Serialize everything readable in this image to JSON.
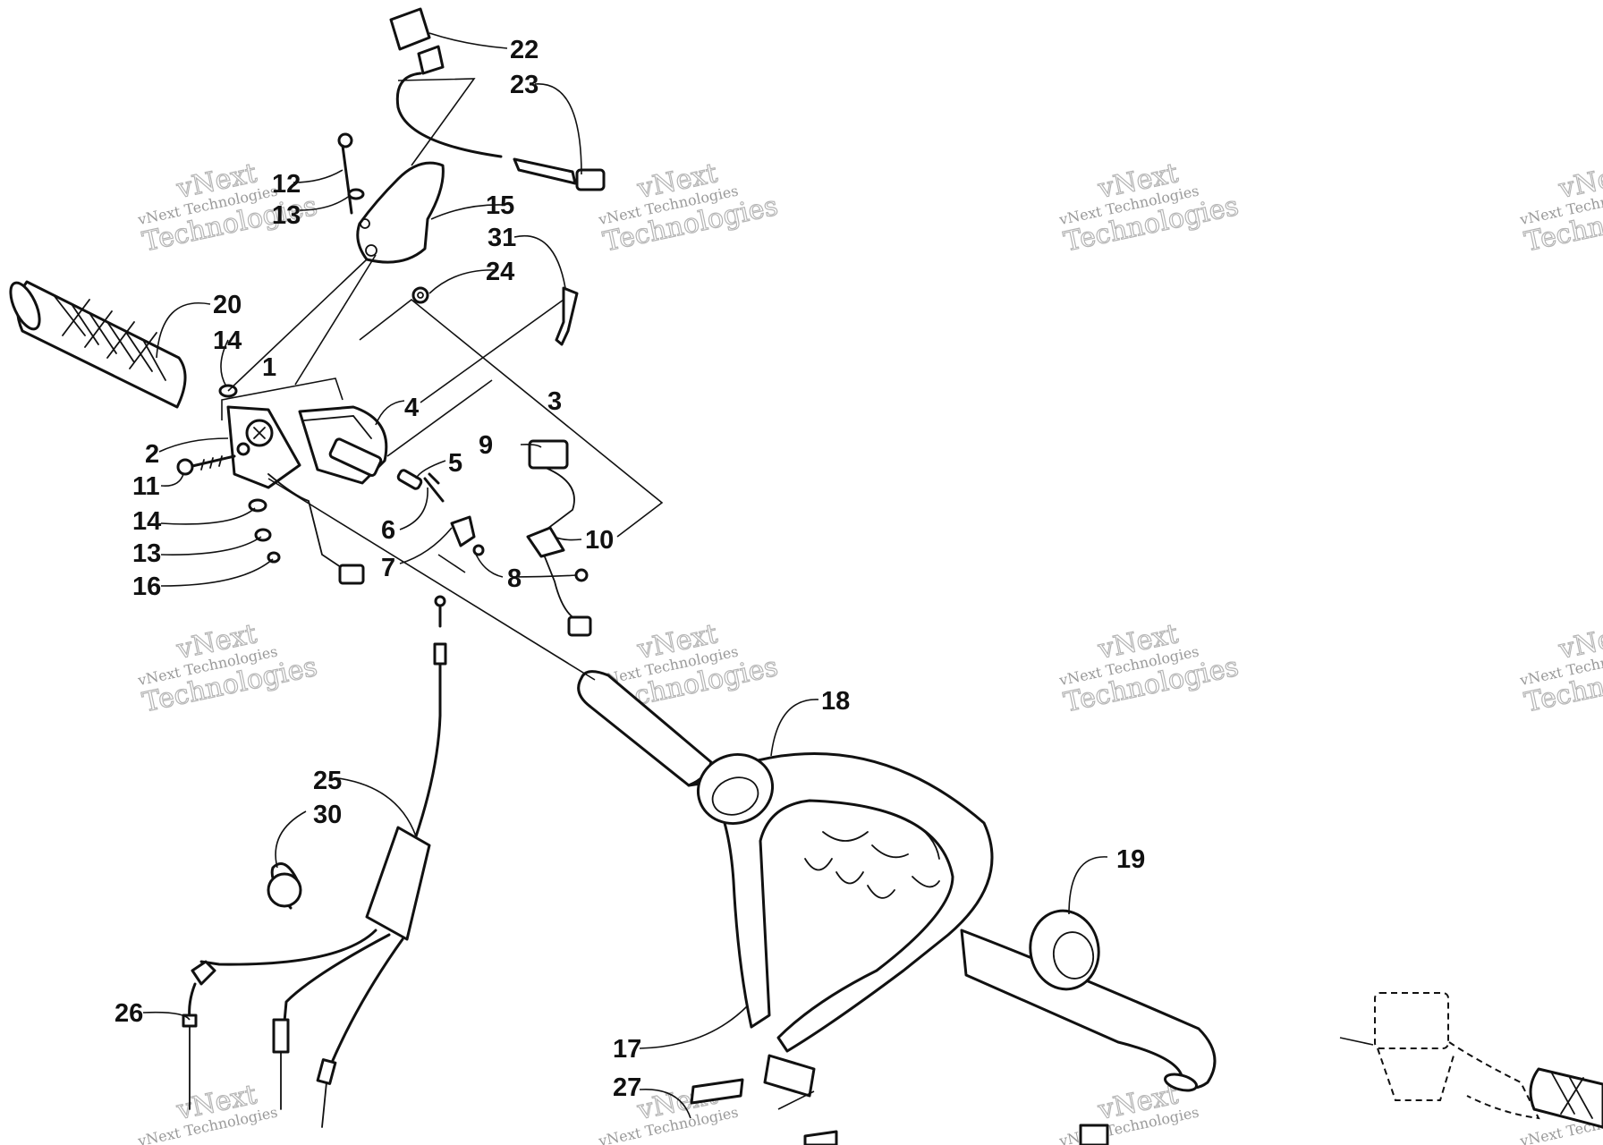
{
  "watermark": {
    "brand": "vNext",
    "line": "vNext Technologies",
    "word": "Technologies"
  },
  "labels": [
    "1",
    "2",
    "3",
    "4",
    "5",
    "6",
    "7",
    "8",
    "9",
    "10",
    "11",
    "12",
    "13",
    "13",
    "14",
    "14",
    "15",
    "16",
    "17",
    "18",
    "19",
    "20",
    "22",
    "23",
    "24",
    "25",
    "26",
    "27",
    "30",
    "31"
  ]
}
